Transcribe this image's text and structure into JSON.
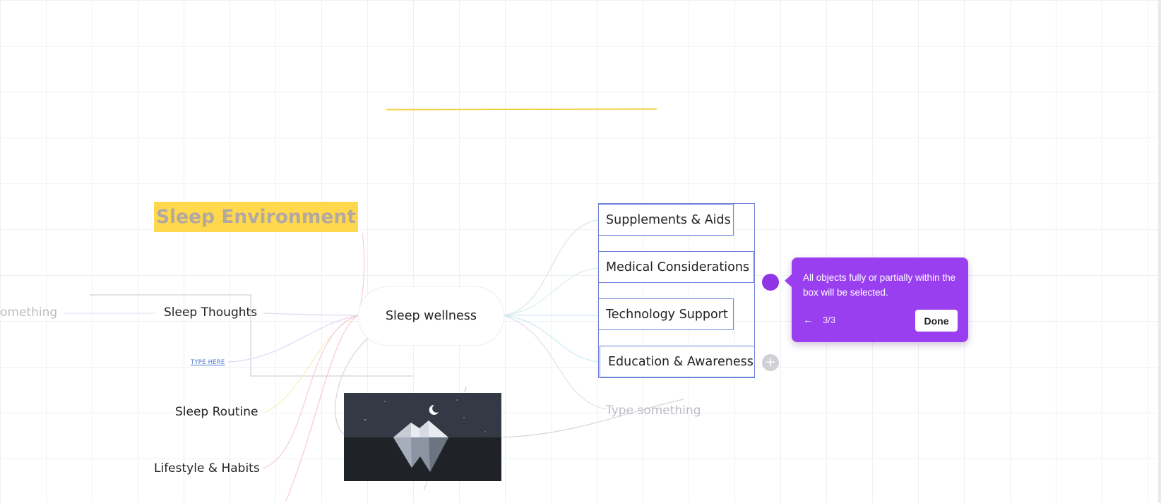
{
  "mindmap": {
    "title": "Sleep Environment",
    "central": "Sleep wellness",
    "left_nodes": {
      "faded_left": "omething",
      "sleep_thoughts": "Sleep Thoughts",
      "type_here": "TYPE HERE",
      "sleep_routine": "Sleep Routine",
      "lifestyle_habits": "Lifestyle & Habits"
    },
    "right_nodes": [
      "Supplements & Aids",
      "Medical Considerations",
      "Technology Support",
      "Education & Awareness"
    ],
    "right_placeholder": "Type something"
  },
  "tooltip": {
    "text": "All objects fully or partially within the box will be selected.",
    "back_icon": "←",
    "step": "3/3",
    "done_label": "Done"
  },
  "icons": {
    "add": "+",
    "add_icon_name": "plus-icon",
    "pointer_name": "pointer-dot-icon"
  },
  "colors": {
    "accent_purple": "#9a3ff0",
    "selection_blue": "#6f82dc",
    "highlight_yellow": "#ffd84d",
    "night_sky": "#333a45",
    "night_ground": "#1f2226"
  }
}
